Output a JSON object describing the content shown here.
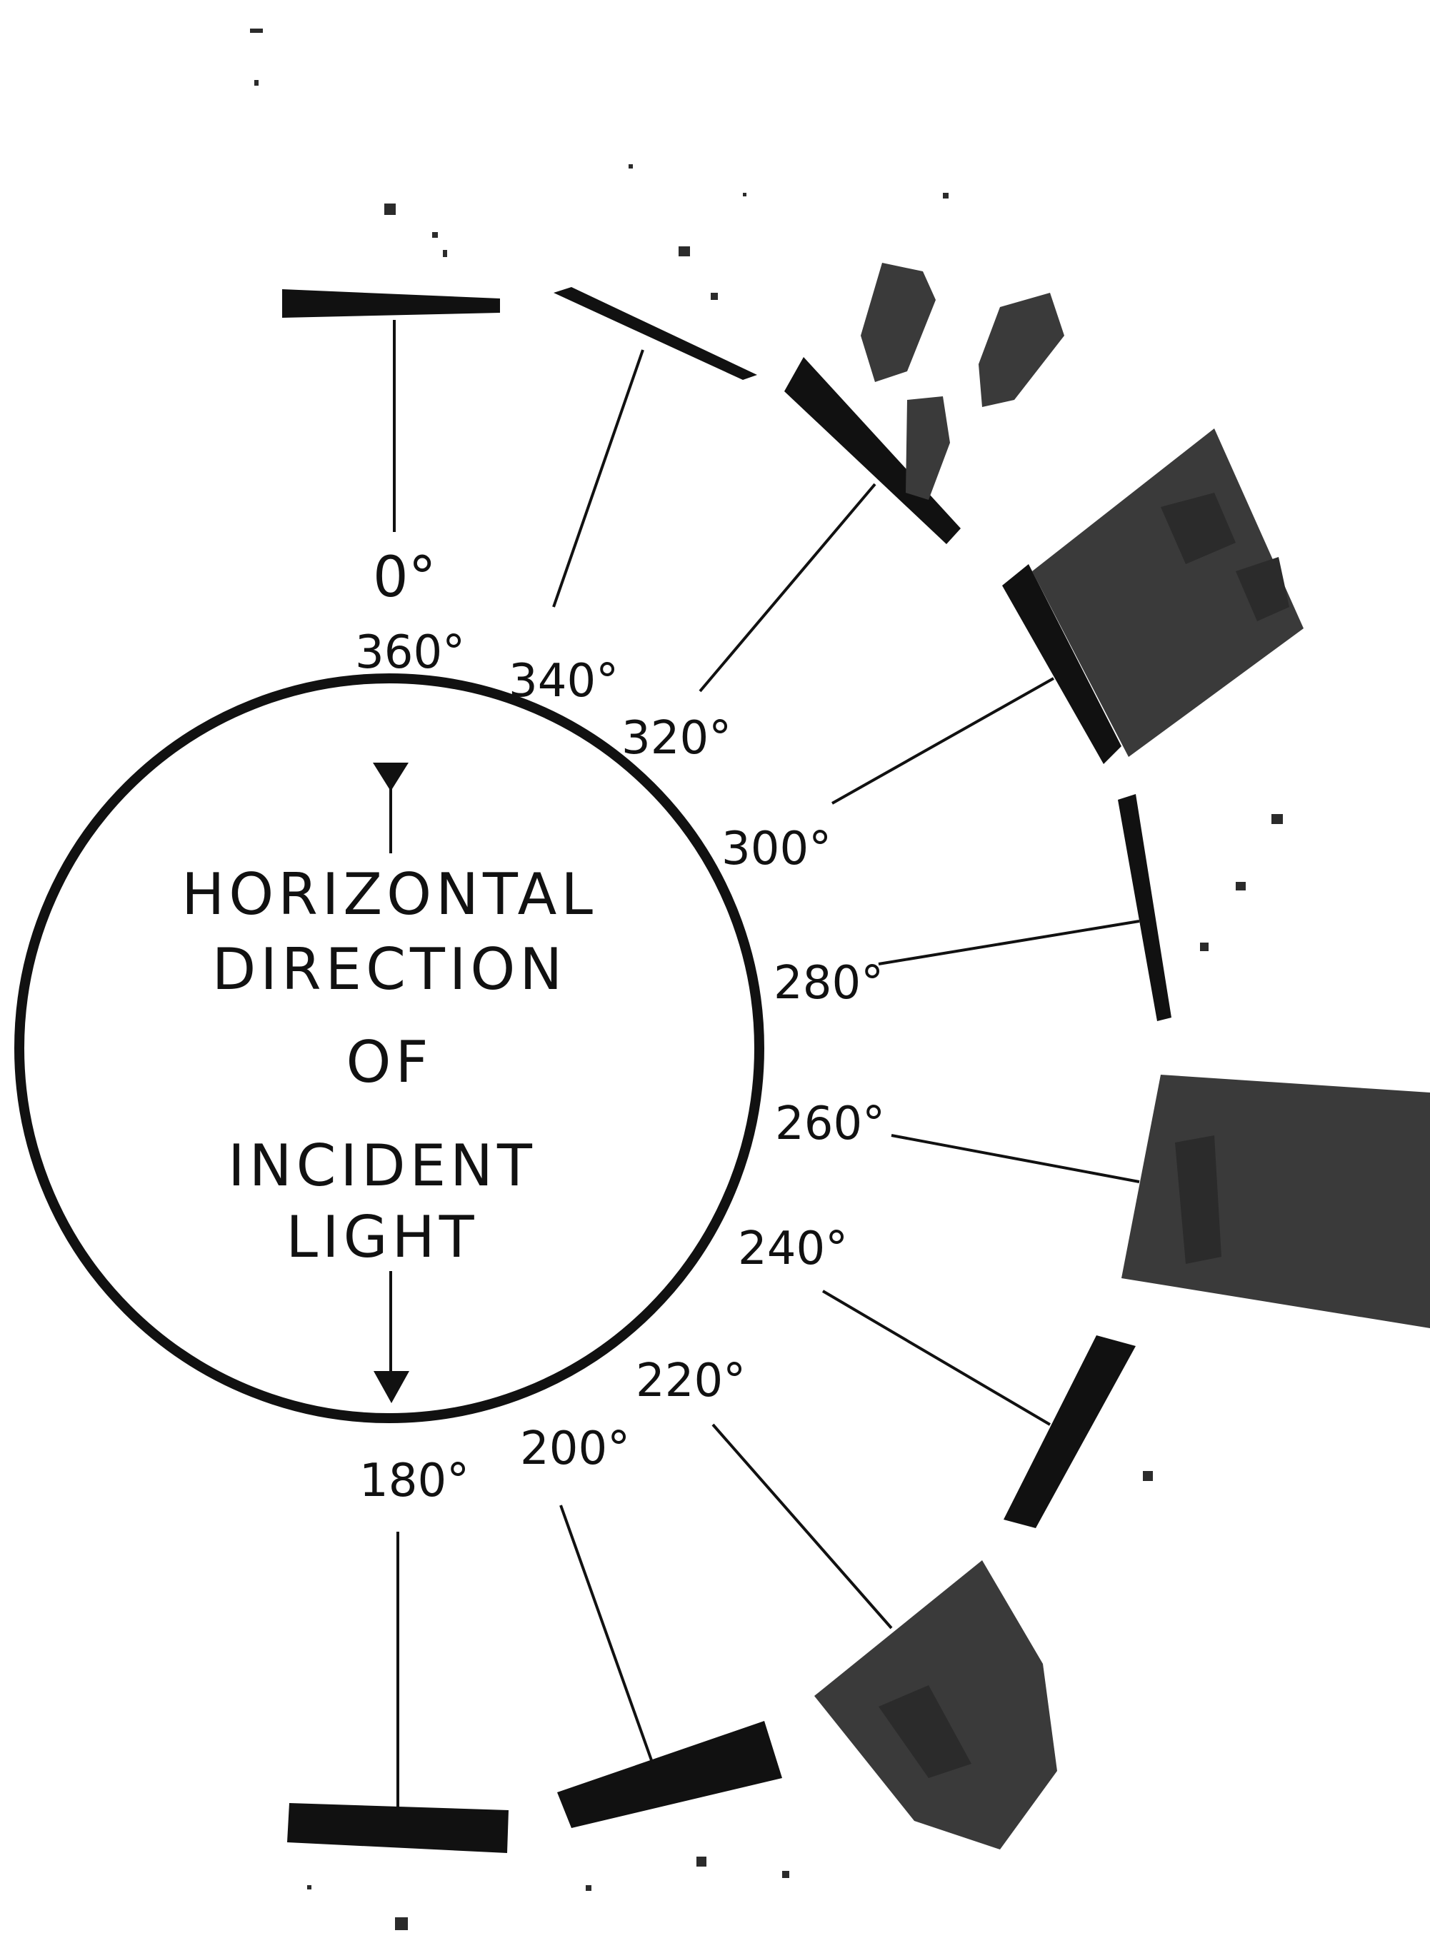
{
  "diagram": {
    "center_text": [
      "HORIZONTAL",
      "DIRECTION",
      "OF",
      "INCIDENT",
      "LIGHT"
    ],
    "angle_labels": [
      "0°",
      "360°",
      "340°",
      "320°",
      "300°",
      "280°",
      "260°",
      "240°",
      "220°",
      "200°",
      "180°"
    ],
    "colors": {
      "ink": "#111111",
      "background": "#ffffff"
    }
  }
}
